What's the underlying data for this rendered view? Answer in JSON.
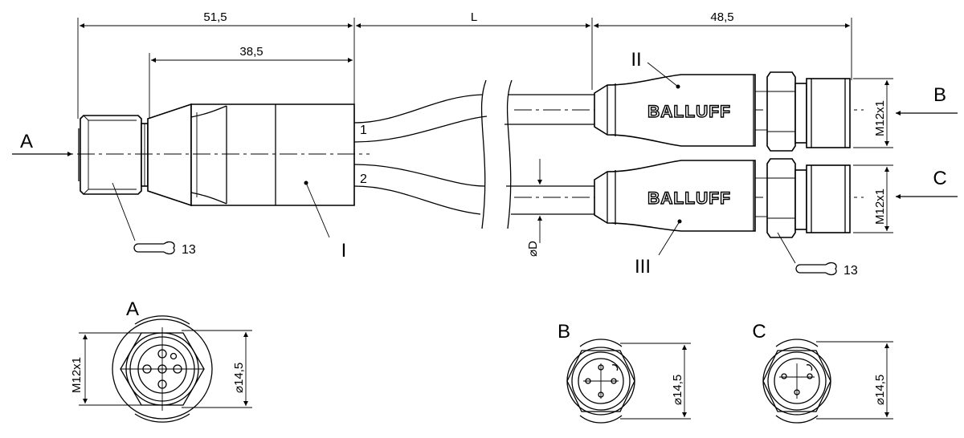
{
  "dimensions": {
    "total_connector_a": "51,5",
    "connector_a_body": "38,5",
    "cable_length": "L",
    "connector_bc": "48,5",
    "thread_b": "M12x1",
    "thread_c": "M12x1",
    "cable_diameter": "⌀D",
    "thread_a_face": "M12x1",
    "diameter_a": "⌀14,5",
    "diameter_b": "⌀14,5",
    "diameter_c": "⌀14,5"
  },
  "labels": {
    "end_a": "A",
    "end_b": "B",
    "end_c": "C",
    "body_i": "I",
    "body_ii": "II",
    "body_iii": "III",
    "wire_1": "1",
    "wire_2": "2",
    "wrench_size_a": "13",
    "wrench_size_c": "13",
    "face_a": "A",
    "face_b": "B",
    "face_c": "C"
  },
  "brand": {
    "upper": "BALLUFF",
    "lower": "BALLUFF"
  }
}
